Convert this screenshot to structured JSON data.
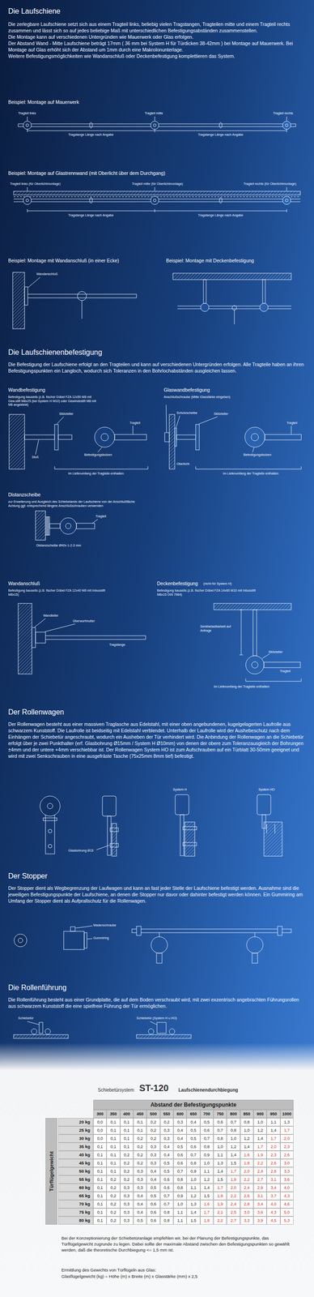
{
  "diagram": {
    "nodes": [
      {
        "text": [
          "Abstand der Befestigungspunkte"
        ]
      },
      {
        "text": [
          "Türflügelgewicht"
        ]
      }
    ],
    "labels": [
      "Die Laufschiene",
      "Die zerlegbare Laufschiene setzt sich aus einem Tragteil links, beliebig vielen Tragstangen, Tragteilen mitte und einem Tragteil rechts zusammen und lässt sich so auf jedes beliebige Maß mit unterschiedlichen Befestigungsabständen zusammenstellen.",
      "Die Montage kann auf verschiedenen Untergründen wie Mauerwerk oder Glas erfolgen.",
      "Der Abstand Wand - Mitte Laufschiene beträgt 17mm ( 36 mm bei System H für Türdicken 38-42mm ) bei Montage auf Mauerwerk. Bei Montage auf Glas erhöht sich der Abstand um 1mm durch eine Makrolonunterlage.",
      "Weitere Befestigungsmöglichkeiten wie Wandanschluß oder Deckenbefestigung komplettieren das System.",
      "Beispiel: Montage auf Mauerwerk",
      "Tragteil links",
      "Tragteil mitte",
      "Tragteil rechts",
      "Tragstange Länge nach Angabe",
      "Tragstange Länge nach Angabe",
      "Beispiel: Montage auf Glastrennwand (mit Oberlicht über dem Durchgang)",
      "Tragteil links (für Oberlichtmontage)",
      "Tragteil mitte (für Oberlichtmontage)",
      "Tragteil rechts (für Oberlichtmontage)",
      "Tragstange Länge nach Angabe",
      "Tragstange Länge nach Angabe",
      "Beispiel: Montage mit Wandanschluß (in einer Ecke)",
      "Beispiel: Montage mit Deckenbefestigung",
      "Wandanschluß",
      "Die Laufschienenbefestigung",
      "Die Befestigung der Laufschiene erfolgt an den Tragteilen und kann auf verschiedenen Untergründen erfolgen. Alle Tragteile haben an ihren Befestigungspunkten ein Langloch, wodurch sich Toleranzen in den Bohrlochabständen ausgleichen lassen.",
      "Wandbefestigung",
      "Befestigung bauseits (z.B. fischer Dübel FZA 12x50 M8 mit Gew.stift M8x25 (bei System H M10) oder Gewindestift M8 mit M8 angeklebt)",
      "Stützteller",
      "Tragteil",
      "Befestigungsbolzen",
      "Stoß",
      "im Lieferumfang der Tragteile enthalten",
      "Glaswandbefestigung",
      "Anschlußschraube (Mitte Glasstärke eingeben)",
      "Schutzscheibe",
      "Stützteller",
      "Tragteil",
      "Befestigungsbolzen",
      "Oberlicht",
      "im Lieferumfang der Tragteile enthalten",
      "Distanzscheibe",
      "zur Erweiterung und Ausgleich des Schiebelands der Laufschiene von der Anschlußfläche Achtung ggf. entsprechend längere Anschlußschrauben verwenden",
      "Tragteil",
      "Distanzscheibe Ø40x 1-2-3 mm",
      "Wandanschluß",
      "Befestigung bauseits (z.B. fischer Dübel FZA 12x40 M8 mit Inbusstift M8x15)",
      "Wandteller",
      "Überwurfmutter",
      "Tragstange",
      "Deckenbefestigung",
      "(nicht für System H)",
      "Befestigung bauseits (z.B. fischer Dübel FZA 14x60 M10 mit Inbusstift M8x15 DIN 7984)",
      "Senkbelastbarkeit auf Anfrage",
      "Stützteller",
      "Tragteil",
      "im Lieferumfang der Tragteile enthalten",
      "Der Rollenwagen",
      "Der Rollenwagen besteht aus einer massiven Traglasche aus Edelstahl, mit einer oben angebundenen, kugelgelagerten Laufrolle aus schwarzem Kunststoff. Die Laufrolle ist beidseitig mit Edelstahl verblendet. Unterhalb der Laufrolle wird der Aushebeschutz nach dem Einhängen der Schiebetür angeschraubt, wodurch ein Ausheben der Tür verhindert wird. Die Anbindung der Rollenwagen an die Schiebetür erfolgt über je zwei Punkthalter (erf. Glasbohrung Ø15mm / System H Ø10mm) von denen der obere zum Toleranzausgleich der Bohrungen ±4mm und der untere +4mm verschiebbar ist. Der Rollenwagen System HO ist zum Aufschrauben auf ein Türblatt 30-50mm geeignet und wird mit zwei Senkschrauben in eine ausgefräste Tasche (75x25mm 8mm tief) befestigt.",
      "Glasbohrung Ø15",
      "System H",
      "System HO",
      "Der Stopper",
      "Der Stopper dient als Wegbegrenzung der Laufwagen und kann an fast jeder Stelle der Laufschiene befestigt werden. Ausnahme sind die jeweiligen Befestigungspunkte der Laufschiene, an denen die Stopper nur davor oder dahinter befestigt werden können. Ein Gummiring am Umfang der Stopper dient als Aufprallschutz für die Rollenwagen.",
      "Madenschraube",
      "Gummiring",
      "Die Rollenführung",
      "Die Rollenführung besteht aus einer Grundplatte, die auf dem Boden verschraubt wird, mit zwei exzentrisch angebrachten Führungsrollen aus schwarzem Kunststoff die eine spielfreie Führung der Tür ermöglichen.",
      "Schiebetür",
      "Schiebetür (System H u HO)",
      "Schiebetürsystem",
      "ST-120",
      "Laufschienendurchbiegung",
      "300",
      "350",
      "400",
      "450",
      "500",
      "550",
      "600",
      "650",
      "700",
      "750",
      "800",
      "850",
      "900",
      "950",
      "1000",
      "20 kg",
      "0,0",
      "0,1",
      "0,1",
      "0,1",
      "0,2",
      "0,2",
      "0,3",
      "0,4",
      "0,5",
      "0,6",
      "0,7",
      "0,8",
      "1,0",
      "1,1",
      "1,3",
      "25 kg",
      "0,0",
      "0,1",
      "0,1",
      "0,1",
      "0,2",
      "0,3",
      "0,4",
      "0,5",
      "0,6",
      "0,7",
      "0,8",
      "1,0",
      "1,2",
      "1,4",
      "1,7",
      "30 kg",
      "0,0",
      "0,1",
      "0,1",
      "0,2",
      "0,2",
      "0,3",
      "0,4",
      "0,5",
      "0,7",
      "0,8",
      "1,0",
      "1,2",
      "1,4",
      "1,7",
      "2,0",
      "35 kg",
      "0,1",
      "0,1",
      "0,1",
      "0,2",
      "0,3",
      "0,4",
      "0,5",
      "0,6",
      "0,8",
      "1,0",
      "1,2",
      "1,4",
      "1,7",
      "2,0",
      "2,3",
      "40 kg",
      "0,1",
      "0,1",
      "0,2",
      "0,2",
      "0,3",
      "0,4",
      "0,6",
      "0,7",
      "0,9",
      "1,1",
      "1,4",
      "1,6",
      "1,9",
      "2,3",
      "2,6",
      "45 kg",
      "0,1",
      "0,1",
      "0,2",
      "0,2",
      "0,3",
      "0,5",
      "0,6",
      "0,8",
      "1,0",
      "1,3",
      "1,5",
      "1,8",
      "2,2",
      "2,6",
      "3,0",
      "50 kg",
      "0,1",
      "0,1",
      "0,2",
      "0,3",
      "0,4",
      "0,5",
      "0,7",
      "0,9",
      "1,1",
      "1,4",
      "1,7",
      "2,0",
      "2,4",
      "2,8",
      "3,3",
      "55 kg",
      "0,1",
      "0,2",
      "0,2",
      "0,3",
      "0,4",
      "0,6",
      "0,8",
      "1,0",
      "1,2",
      "1,5",
      "1,9",
      "2,2",
      "2,7",
      "3,1",
      "3,6",
      "60 kg",
      "0,1",
      "0,2",
      "0,3",
      "0,3",
      "0,5",
      "0,6",
      "0,8",
      "1,1",
      "1,4",
      "1,7",
      "2,0",
      "2,4",
      "2,9",
      "3,4",
      "4,0",
      "65 kg",
      "0,1",
      "0,2",
      "0,3",
      "0,4",
      "0,5",
      "0,7",
      "0,9",
      "1,2",
      "1,5",
      "1,8",
      "2,2",
      "2,6",
      "3,1",
      "3,7",
      "4,3",
      "70 kg",
      "0,1",
      "0,2",
      "0,3",
      "0,4",
      "0,6",
      "0,7",
      "1,0",
      "1,3",
      "1,6",
      "1,9",
      "2,4",
      "2,8",
      "3,4",
      "4,0",
      "4,6",
      "75 kg",
      "0,1",
      "0,2",
      "0,3",
      "0,4",
      "0,6",
      "0,8",
      "1,1",
      "1,4",
      "1,7",
      "2,1",
      "2,5",
      "3,0",
      "3,6",
      "4,3",
      "5,0",
      "80 kg",
      "0,1",
      "0,2",
      "0,3",
      "0,5",
      "0,6",
      "0,8",
      "1,1",
      "1,5",
      "1,8",
      "2,2",
      "2,7",
      "3,3",
      "3,9",
      "4,5",
      "5,3",
      "Bei der Konzeptionierung der Schiebetüranlage empfehlen wir, bei der Planung der Befestigungspunkte, das Türflügelgewicht zugrunde zu legen. Dabei sollte der maximale Abstand zwischen den Befestigungspunkten so gewählt werden, daß die theoretische Durchbiegung <= 1,5 mm ist.",
      "Ermittlung des Gewichts von Türflügeln aus Glas:",
      "Glasflügelgewicht (kg) = Höhe (m) x Breite (m) x Glasstärke (mm) x 2,5"
    ]
  }
}
